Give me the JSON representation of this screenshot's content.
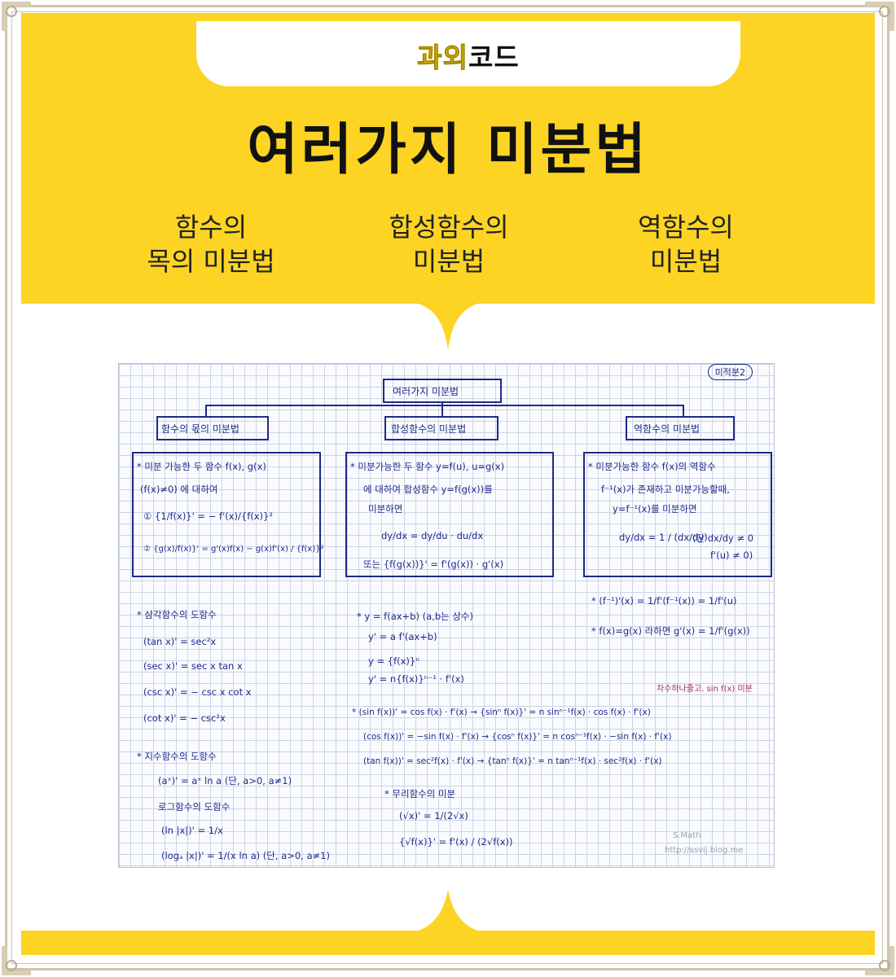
{
  "header": {
    "logo_part1": "과외",
    "logo_part2": "코드",
    "title": "여러가지 미분법",
    "columns": [
      {
        "line1": "함수의",
        "line2": "목의 미분법"
      },
      {
        "line1": "합성함수의",
        "line2": "미분법"
      },
      {
        "line1": "역함수의",
        "line2": "미분법"
      }
    ]
  },
  "notes": {
    "badge": "미적분2",
    "root": "여러가지 미분법",
    "branch1": "함수의 몫의 미분법",
    "branch2": "합성함수의 미분법",
    "branch3": "역함수의 미분법",
    "box1": {
      "l1": "* 미분 가능한 두 함수 f(x), g(x)",
      "l2": "(f(x)≠0) 에 대하여",
      "l3": "① {1/f(x)}' = − f'(x)/{f(x)}²",
      "l4": "② {g(x)/f(x)}' = g'(x)f(x) − g(x)f'(x) / {f(x)}²"
    },
    "box2": {
      "l1": "* 미분가능한 두 함수 y=f(u), u=g(x)",
      "l2": "에 대하여 합성함수 y=f(g(x))를",
      "l3": "미분하면",
      "l4": "dy/dx = dy/du · du/dx",
      "l5": "또는 {f(g(x))}' = f'(g(x)) · g'(x)"
    },
    "box3": {
      "l1": "* 미분가능한 함수 f(x)의 역함수",
      "l2": "f⁻¹(x)가 존재하고 미분가능할때,",
      "l3": "y=f⁻¹(x)를 미분하면",
      "l4": "dy/dx = 1 / (dx/dy)",
      "l5": "(단 dx/dy ≠ 0",
      "l6": "f'(u) ≠ 0)"
    },
    "inv1": "* (f⁻¹)'(x) = 1/f'(f⁻¹(x)) = 1/f'(u)",
    "inv2": "* f(x)=g(x) 라하면 g'(x) = 1/f'(g(x))",
    "trig": {
      "h": "* 삼각함수의 도함수",
      "l1": "(tan x)' = sec²x",
      "l2": "(sec x)' = sec x tan x",
      "l3": "(csc x)' = − csc x cot x",
      "l4": "(cot x)' = − csc²x"
    },
    "exp": {
      "h": "* 지수함수의 도함수",
      "l1": "(aˣ)' = aˣ ln a (단, a>0, a≠1)",
      "l2": "로그함수의 도함수",
      "l3": "(ln |x|)' = 1/x",
      "l4": "(logₐ |x|)' = 1/(x ln a) (단, a>0, a≠1)"
    },
    "comp": {
      "l1": "* y = f(ax+b) (a,b는 상수)",
      "l2": "y' = a f'(ax+b)",
      "l3": "y = {f(x)}ⁿ",
      "l4": "y' = n{f(x)}ⁿ⁻¹ · f'(x)"
    },
    "trigc": {
      "l1": "* (sin f(x))' = cos f(x) · f'(x) → {sinⁿ f(x)}' = n sinⁿ⁻¹f(x) · cos f(x) · f'(x)",
      "l2": "(cos f(x))' = −sin f(x) · f'(x) → {cosⁿ f(x)}' = n cosⁿ⁻¹f(x) · −sin f(x) · f'(x)",
      "l3": "(tan f(x))' = sec²f(x) · f'(x) → {tanⁿ f(x)}' = n tanⁿ⁻¹f(x) · sec²f(x) · f'(x)",
      "note": "차수하나줄고. sin f(x) 미분"
    },
    "root_fn": {
      "h": "* 무리함수의 미분",
      "l1": "(√x)' = 1/(2√x)",
      "l2": "{√f(x)}' = f'(x) / (2√f(x))"
    },
    "watermark1": "S.Math",
    "watermark2": "http://ssvij.blog.me"
  }
}
